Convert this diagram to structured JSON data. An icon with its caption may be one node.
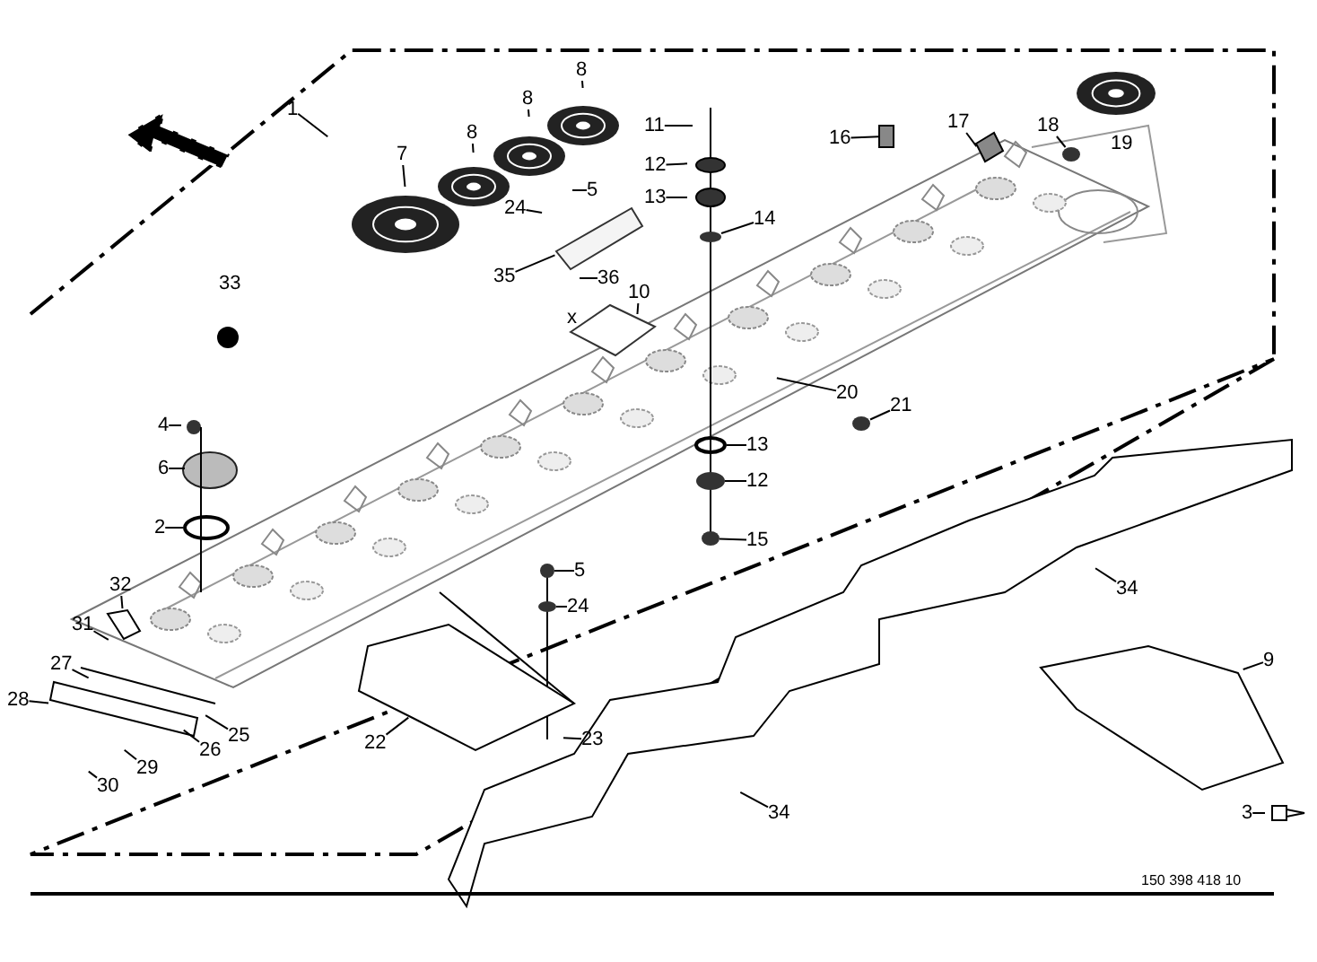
{
  "diagram": {
    "nodes": [
      {
        "text": [
          "1"
        ]
      },
      {
        "text": [
          "7"
        ]
      },
      {
        "text": [
          "8"
        ]
      },
      {
        "text": [
          "8"
        ]
      },
      {
        "text": [
          "8"
        ]
      },
      {
        "text": [
          "11"
        ]
      },
      {
        "text": [
          "12"
        ]
      },
      {
        "text": [
          "5"
        ]
      },
      {
        "text": [
          "24"
        ]
      },
      {
        "text": [
          "13"
        ]
      },
      {
        "text": [
          "14"
        ]
      },
      {
        "text": [
          "35"
        ]
      },
      {
        "text": [
          "36"
        ]
      },
      {
        "text": [
          "10"
        ]
      },
      {
        "text": [
          "17"
        ]
      },
      {
        "text": [
          "16"
        ]
      },
      {
        "text": [
          "18"
        ]
      },
      {
        "text": [
          "20"
        ]
      },
      {
        "text": [
          "21"
        ]
      },
      {
        "text": [
          "4"
        ]
      },
      {
        "text": [
          "6"
        ]
      },
      {
        "text": [
          "13"
        ]
      },
      {
        "text": [
          "12"
        ]
      },
      {
        "text": [
          "2"
        ]
      },
      {
        "text": [
          "15"
        ]
      },
      {
        "text": [
          "5"
        ]
      },
      {
        "text": [
          "24"
        ]
      },
      {
        "text": [
          "32"
        ]
      },
      {
        "text": [
          "31"
        ]
      },
      {
        "text": [
          "27"
        ]
      },
      {
        "text": [
          "28"
        ]
      },
      {
        "text": [
          "34"
        ]
      },
      {
        "text": [
          "9"
        ]
      },
      {
        "text": [
          "25"
        ]
      },
      {
        "text": [
          "26"
        ]
      },
      {
        "text": [
          "22"
        ]
      },
      {
        "text": [
          "23"
        ]
      },
      {
        "text": [
          "29"
        ]
      },
      {
        "text": [
          "30"
        ]
      },
      {
        "text": [
          "3"
        ]
      },
      {
        "text": [
          "34"
        ]
      },
      {
        "text": [],
        "shape": "circle"
      },
      {
        "text": [],
        "shape": "circle"
      },
      {
        "text": [],
        "shape": "circle"
      },
      {
        "text": [],
        "shape": "circle"
      },
      {
        "text": [],
        "shape": "circle"
      },
      {
        "text": [],
        "shape": "circle"
      },
      {
        "text": [],
        "shape": "circle"
      },
      {
        "text": [],
        "shape": "circle"
      },
      {
        "text": [],
        "shape": "circle"
      },
      {
        "text": [],
        "shape": "picture"
      }
    ],
    "edges": [
      {
        "from": 0,
        "to": null,
        "arrow": "none"
      },
      {
        "from": 1,
        "to": null,
        "arrow": "none"
      },
      {
        "from": 2,
        "to": null,
        "arrow": "none"
      },
      {
        "from": 3,
        "to": null,
        "arrow": "none"
      },
      {
        "from": 4,
        "to": null,
        "arrow": "none"
      },
      {
        "from": 5,
        "to": null,
        "arrow": "none"
      },
      {
        "from": 6,
        "to": null,
        "arrow": "none"
      },
      {
        "from": 7,
        "to": null,
        "arrow": "none"
      },
      {
        "from": 8,
        "to": null,
        "arrow": "none"
      },
      {
        "from": 9,
        "to": null,
        "arrow": "none"
      },
      {
        "from": 10,
        "to": 42,
        "arrow": "none"
      },
      {
        "from": 11,
        "to": null,
        "arrow": "none"
      },
      {
        "from": 12,
        "to": null,
        "arrow": "none"
      },
      {
        "from": 13,
        "to": null,
        "arrow": "none"
      },
      {
        "from": 14,
        "to": null,
        "arrow": "none"
      },
      {
        "from": 15,
        "to": null,
        "arrow": "none"
      },
      {
        "from": 16,
        "to": 41,
        "arrow": "none"
      },
      {
        "from": 17,
        "to": null,
        "arrow": "none"
      },
      {
        "from": 18,
        "to": 43,
        "arrow": "none"
      },
      {
        "from": 19,
        "to": null,
        "arrow": "none"
      },
      {
        "from": 20,
        "to": null,
        "arrow": "none"
      },
      {
        "from": 21,
        "to": 44,
        "arrow": "none"
      },
      {
        "from": 22,
        "to": 45,
        "arrow": "none"
      },
      {
        "from": 23,
        "to": 46,
        "arrow": "none"
      },
      {
        "from": 24,
        "to": 47,
        "arrow": "none"
      },
      {
        "from": 25,
        "to": 48,
        "arrow": "none"
      },
      {
        "from": 26,
        "to": 49,
        "arrow": "none"
      },
      {
        "from": 27,
        "to": 50,
        "arrow": "none"
      },
      {
        "from": 28,
        "to": null,
        "arrow": "none"
      },
      {
        "from": 29,
        "to": null,
        "arrow": "none"
      },
      {
        "from": 30,
        "to": null,
        "arrow": "none"
      },
      {
        "from": 31,
        "to": null,
        "arrow": "none"
      },
      {
        "from": 32,
        "to": null,
        "arrow": "none"
      },
      {
        "from": 33,
        "to": null,
        "arrow": "none"
      },
      {
        "from": 34,
        "to": null,
        "arrow": "none"
      },
      {
        "from": 35,
        "to": null,
        "arrow": "none"
      },
      {
        "from": 36,
        "to": null,
        "arrow": "none"
      },
      {
        "from": 37,
        "to": null,
        "arrow": "none"
      },
      {
        "from": 38,
        "to": null,
        "arrow": "none"
      },
      {
        "from": 39,
        "to": null,
        "arrow": "none"
      },
      {
        "from": 40,
        "to": null,
        "arrow": "none"
      }
    ],
    "labels": [
      "33",
      "19",
      "x",
      "150 398 418 10"
    ]
  }
}
